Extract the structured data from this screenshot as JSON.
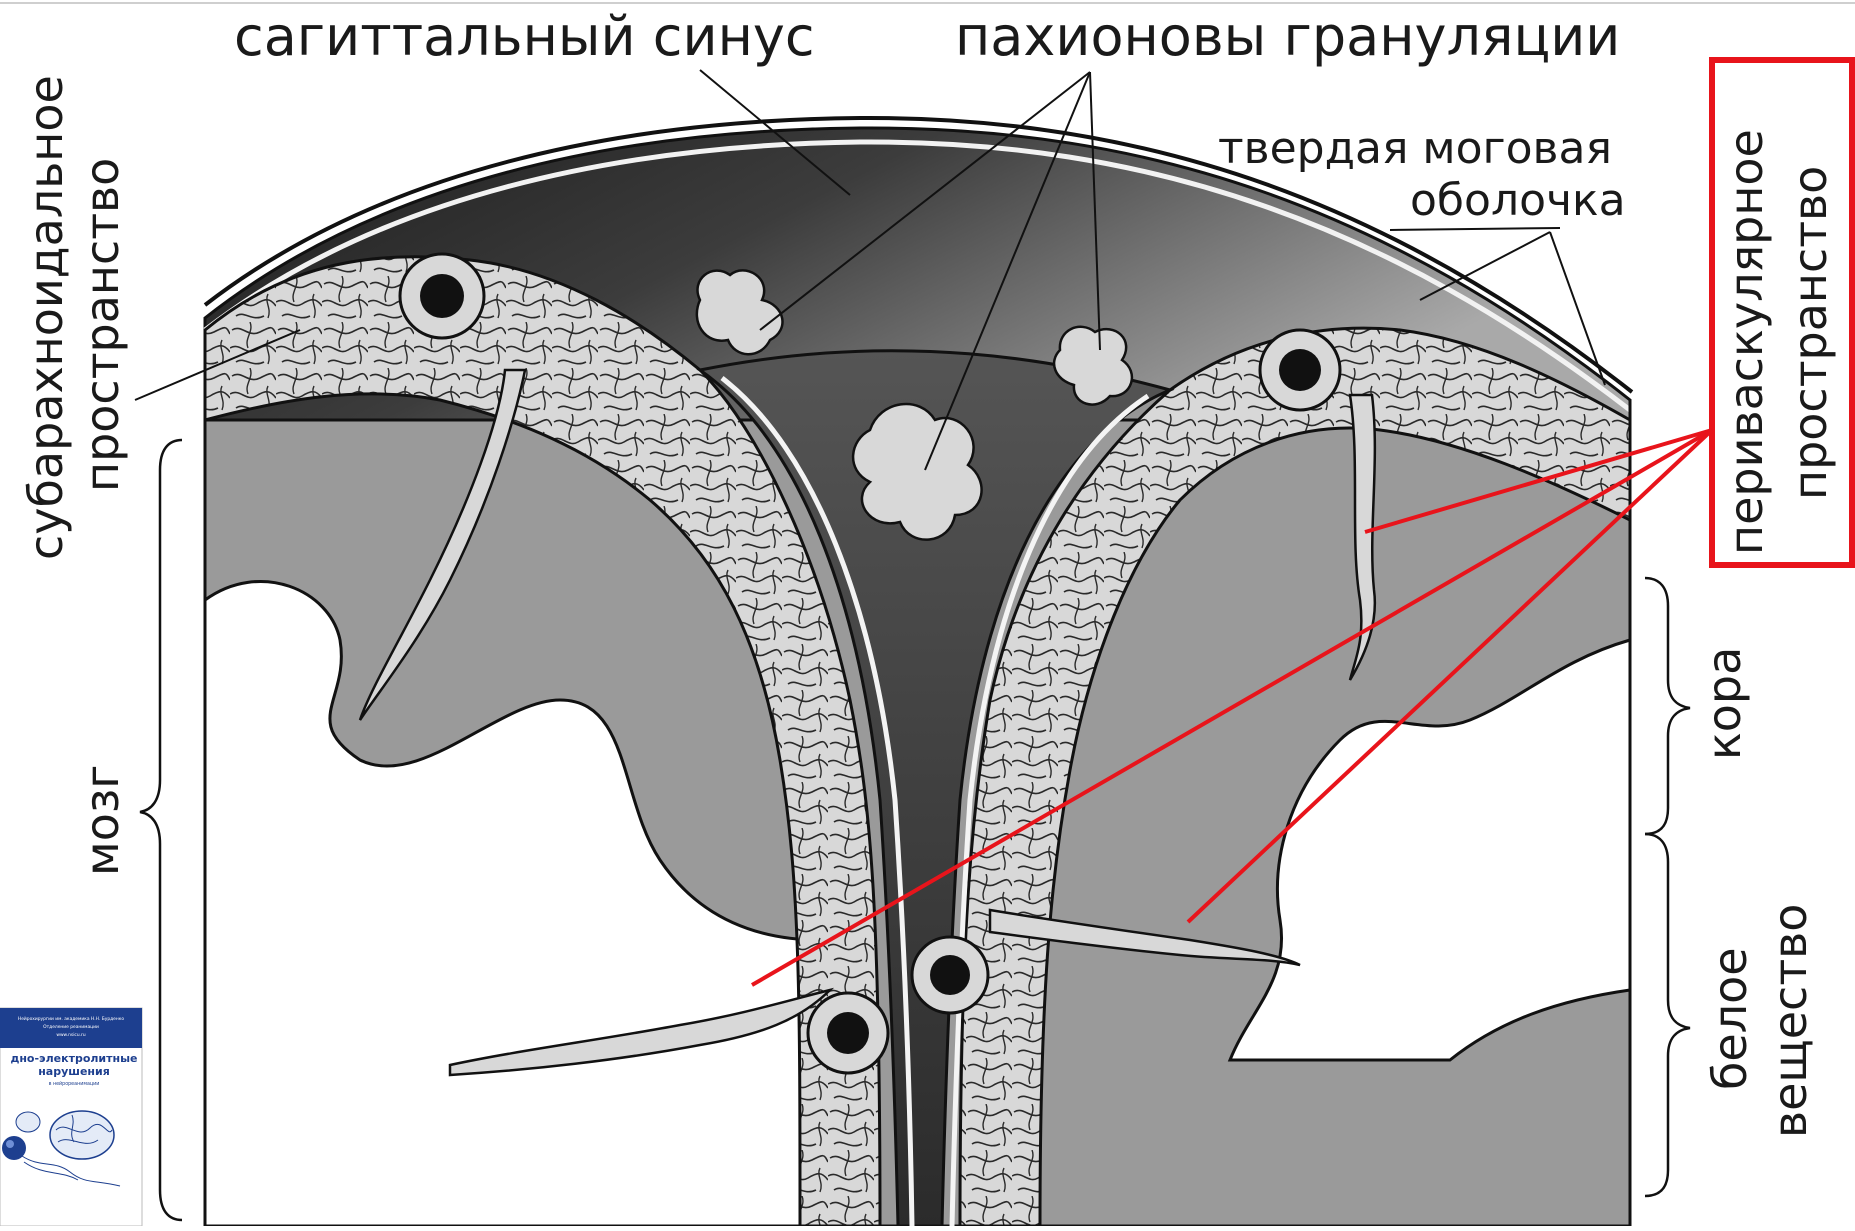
{
  "labels": {
    "sagittal_sinus": "сагиттальный синус",
    "pacchionian_granulations": "пахионовы грануляции",
    "dura_line1": "твердая моговая",
    "dura_line2": "оболочка",
    "subarachnoid_line1": "субарахноидальное",
    "subarachnoid_line2": "пространство",
    "perivascular_line1": "периваскулярное",
    "perivascular_line2": "пространство",
    "brain": "мозг",
    "cortex": "кора",
    "white_matter_line1": "белое",
    "white_matter_line2": "вещество"
  },
  "book_thumbnail": {
    "header": "Нейрохирургии им. академика Н.Н. Бурденко",
    "header2": "Отделение реанимации",
    "header3": "www.nsicu.ru",
    "title_line1": "дно-электролитные",
    "title_line2": "нарушения",
    "subtitle": "в нейрореанимации"
  },
  "colors": {
    "highlight": "#e8141b",
    "sinus_dark": "#2a2a2a",
    "grey_matter": "#9a9a9a",
    "csf_light": "#d6d6d6",
    "book_blue": "#1d3f8f"
  }
}
